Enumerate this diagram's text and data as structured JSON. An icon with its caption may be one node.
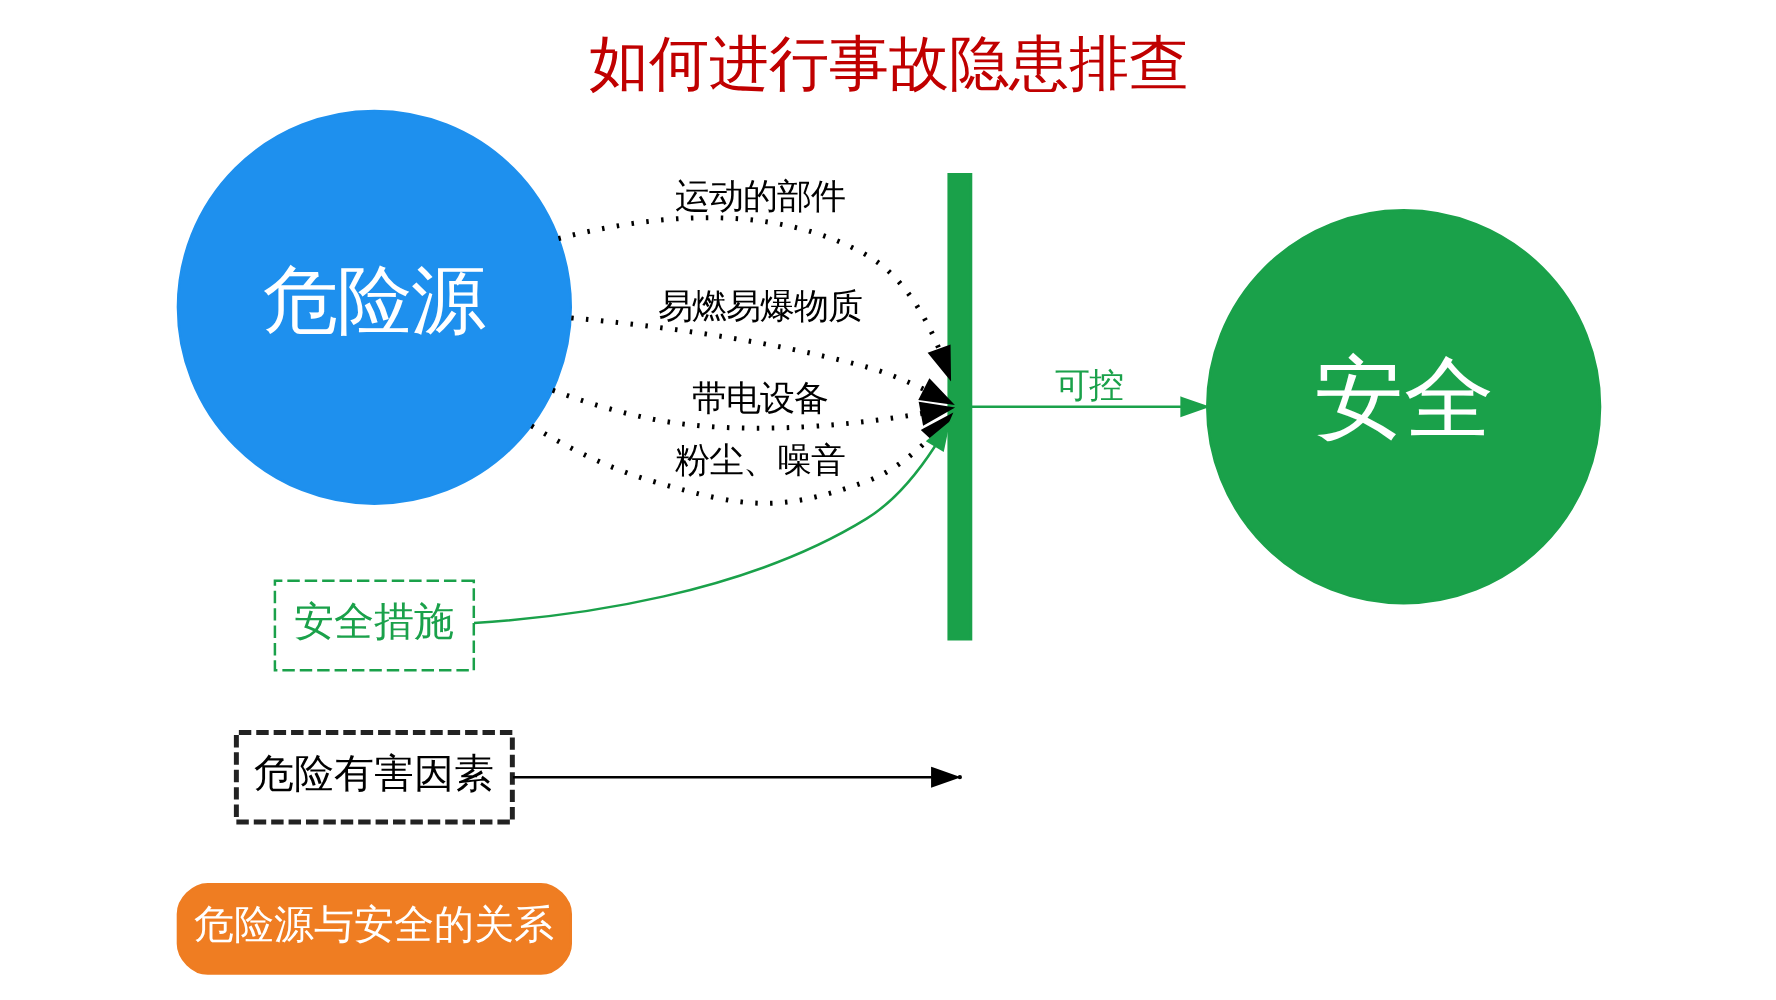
{
  "diagram": {
    "title": "如何进行事故隐患排查",
    "nodes": [
      {
        "text": [
          "危险源与安全的关系"
        ]
      },
      {
        "text": [
          "危险有害因素"
        ]
      },
      {
        "text": [
          "危险源"
        ]
      },
      {
        "text": [],
        "shape": "bar"
      },
      {
        "text": [
          "安全措施"
        ]
      },
      {
        "text": [
          "安全"
        ]
      }
    ],
    "edges": [
      {
        "from": 1,
        "to": null,
        "arrow": "to"
      },
      {
        "from": 2,
        "to": 3,
        "arrow": "to",
        "label": "运动的部件",
        "style": "dashed"
      },
      {
        "from": 2,
        "to": 3,
        "arrow": "to",
        "label": "易燃易爆物质",
        "style": "dashed"
      },
      {
        "from": 2,
        "to": 3,
        "arrow": "to",
        "label": "带电设备",
        "style": "dashed"
      },
      {
        "from": 2,
        "to": 3,
        "arrow": "to",
        "label": "粉尘、噪音",
        "style": "dashed"
      },
      {
        "from": 4,
        "to": 3,
        "arrow": "to",
        "color": "#1aa14a"
      },
      {
        "from": 3,
        "to": 5,
        "arrow": "to",
        "label": "可控",
        "color": "#1aa14a"
      }
    ]
  }
}
